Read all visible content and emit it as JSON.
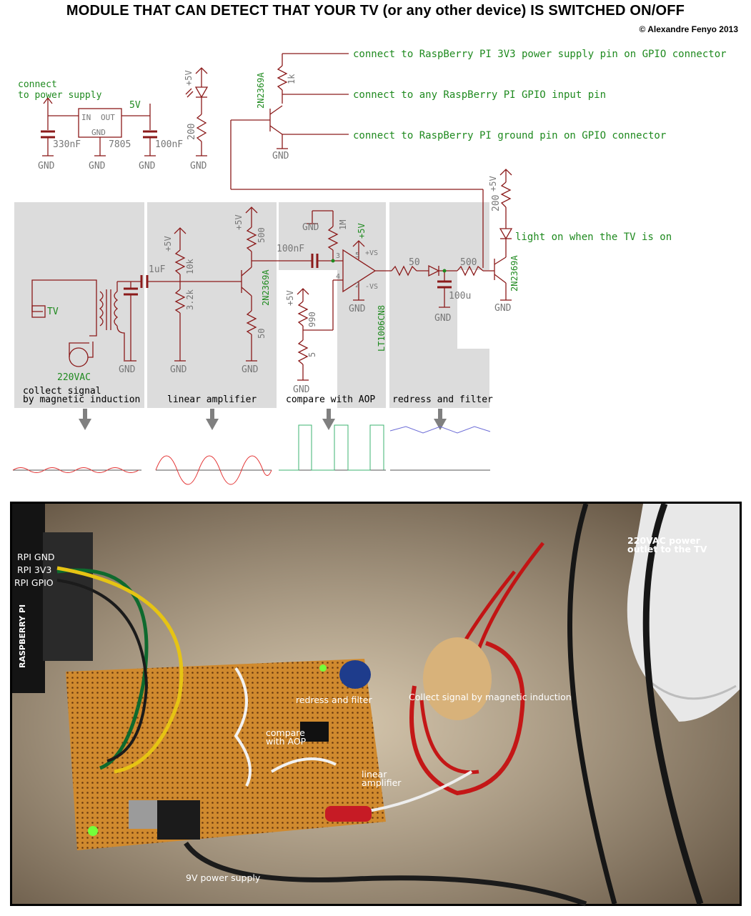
{
  "title": "MODULE THAT CAN DETECT THAT YOUR TV (or any other device) IS SWITCHED ON/OFF",
  "copyright": "© Alexandre Fenyo 2013",
  "schematic": {
    "power": {
      "connect_label_1": "connect",
      "connect_label_2": "to power supply",
      "v5": "5V",
      "reg_in": "IN",
      "reg_out": "OUT",
      "reg_gnd": "GND",
      "reg_name": "7805",
      "c_in": "330nF",
      "c_out": "100nF",
      "gnd": "GND"
    },
    "led_supply": {
      "v": "+5V",
      "r": "200",
      "gnd": "GND"
    },
    "output_stage": {
      "transistor": "2N2369A",
      "r": "1k",
      "gnd": "GND",
      "connect_3v3": "connect to RaspBerry PI 3V3 power supply pin on GPIO connector",
      "connect_gpio": "connect to any RaspBerry PI GPIO input pin",
      "connect_gnd": "connect to RaspBerry PI ground pin on GPIO connector"
    },
    "led_stage": {
      "v": "+5V",
      "r": "200",
      "led_label": "light on when the TV is on",
      "transistor": "2N2369A",
      "r_base": "500",
      "gnd": "GND"
    },
    "collect": {
      "tv": "TV",
      "mains": "220VAC",
      "gnd": "GND"
    },
    "amplifier": {
      "coupling_cap": "1uF",
      "v": "+5V",
      "r_top": "10k",
      "r_bottom": "3.2k",
      "transistor": "2N2369A",
      "v2": "+5V",
      "r_c": "500",
      "r_e": "50",
      "cap": "100nF",
      "gnd": "GND"
    },
    "compare": {
      "r_fb": "1M",
      "v_op": "+5V",
      "vs_plus": "+VS",
      "vs_minus": "-VS",
      "pin3": "3",
      "pin4": "4",
      "pin5": "5",
      "pin2": "2",
      "opamp": "LT1006CN8",
      "v_div": "+5V",
      "r_div_top": "990",
      "r_div_bottom": "5",
      "gnd": "GND"
    },
    "filter": {
      "r": "50",
      "cap": "100u",
      "gnd": "GND"
    },
    "panels": [
      "collect signal\nby magnetic induction",
      "linear amplifier",
      "compare with AOP",
      "redress and filter"
    ]
  },
  "photo": {
    "labels": {
      "rpi_gnd": "RPI GND",
      "rpi_3v3": "RPI 3V3",
      "rpi_gpio": "RPI GPIO",
      "raspberry": "RASPBERRY PI",
      "outlet_1": "220VAC power",
      "outlet_2": "outlet to the TV",
      "redress": "redress and filter",
      "collect": "Collect signal by magnetic induction",
      "compare_1": "compare",
      "compare_2": "with AOP",
      "linear_1": "linear",
      "linear_2": "amplifier",
      "supply": "9V power supply"
    }
  },
  "colors": {
    "wire": "#8b1a1a",
    "label_green": "#1f8a1f",
    "panel_bg": "#dcdcdc",
    "waveform_red": "#e33333",
    "waveform_green": "#3cb371",
    "waveform_blue": "#6b6bd6"
  }
}
